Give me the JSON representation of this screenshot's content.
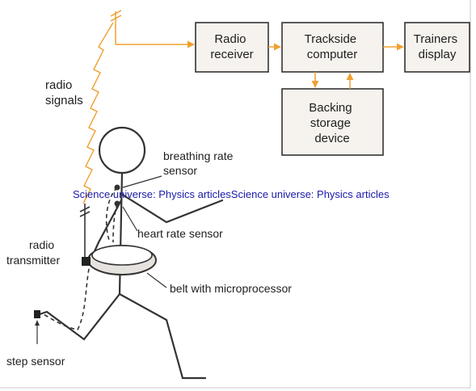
{
  "boxes": {
    "radio_receiver": [
      "Radio",
      "receiver"
    ],
    "trackside_computer": [
      "Trackside",
      "computer"
    ],
    "trainers_display": [
      "Trainers",
      "display"
    ],
    "backing_storage": [
      "Backing",
      "storage",
      "device"
    ]
  },
  "labels": {
    "radio_signals": [
      "radio",
      "signals"
    ],
    "breathing_rate_sensor": [
      "breathing rate",
      "sensor"
    ],
    "heart_rate_sensor": "heart rate sensor",
    "radio_transmitter": [
      "radio",
      "transmitter"
    ],
    "belt_with_microprocessor": "belt with microprocessor",
    "step_sensor": "step sensor"
  },
  "watermark": "Science universe: Physics articlesScience universe: Physics articles",
  "colors": {
    "box_fill": "#f6f3ee",
    "line": "#333333",
    "arrow": "#f0a030",
    "watermark": "#1a1aaa",
    "body_fill": "#e6e2de"
  }
}
